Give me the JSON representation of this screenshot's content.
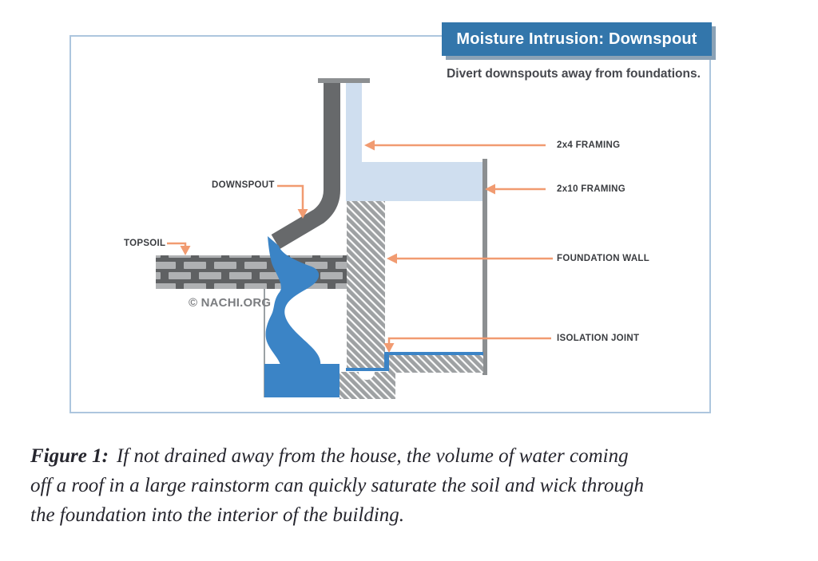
{
  "header": {
    "title": "Moisture Intrusion: Downspout",
    "subtitle": "Divert downspouts away from foundations."
  },
  "diagram": {
    "labels": {
      "downspout": "DOWNSPOUT",
      "topsoil": "TOPSOIL",
      "framing_2x4": "2x4 FRAMING",
      "framing_2x10": "2x10 FRAMING",
      "foundation_wall": "FOUNDATION WALL",
      "isolation_joint": "ISOLATION JOINT"
    },
    "credit": "© NACHI.ORG"
  },
  "caption": {
    "label": "Figure 1:",
    "line1": "If not drained away from the house, the volume of water coming",
    "line2": "off a roof in a large rainstorm can quickly saturate the soil and wick through",
    "line3": "the foundation into the interior of the building."
  },
  "colors": {
    "title_bg": "#3376AB",
    "accent_orange": "#F19B71",
    "water_blue": "#3B84C6",
    "framing_blue": "#CFDEEF",
    "metal_gray": "#67696B",
    "cap_gray": "#8C8F91",
    "concrete_gray": "#9EA1A3",
    "topsoil_dark": "#5F6163",
    "brick_light": "#AFB1B3",
    "frame_border": "#ADC6DE",
    "label_text": "#3A3C40"
  }
}
